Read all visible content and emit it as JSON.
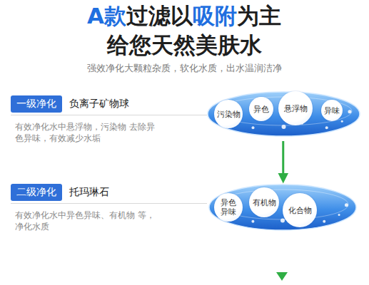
{
  "diagram": {
    "title": "A款过滤以吸附为主 给您天然美肤水",
    "nodes": [
      {
        "text": [
          "一级净化",
          "负离子矿物球",
          "有效净化水中悬浮物，污染物 去除异色异味，有效减少水垢"
        ]
      },
      {
        "text": []
      },
      {
        "text": [
          "污染物"
        ],
        "in": 1
      },
      {
        "text": [
          "异色"
        ],
        "in": 1
      },
      {
        "text": [
          "悬浮物"
        ],
        "in": 1
      },
      {
        "text": [
          "异味"
        ],
        "in": 1
      },
      {
        "text": [
          "二级净化",
          "托玛琳石",
          "有效净化水中异色异味、有机物 等，净化水质"
        ]
      },
      {
        "text": []
      },
      {
        "text": [
          "异色 异味"
        ],
        "in": 7
      },
      {
        "text": [
          "有机物"
        ],
        "in": 7
      },
      {
        "text": [
          "化合物"
        ],
        "in": 7
      }
    ],
    "edges": [
      {
        "from": 1,
        "to": 7,
        "arrow": "to"
      }
    ],
    "labels": [
      "强效净化大颗粒杂质，软化水质，出水温润洁净"
    ]
  }
}
